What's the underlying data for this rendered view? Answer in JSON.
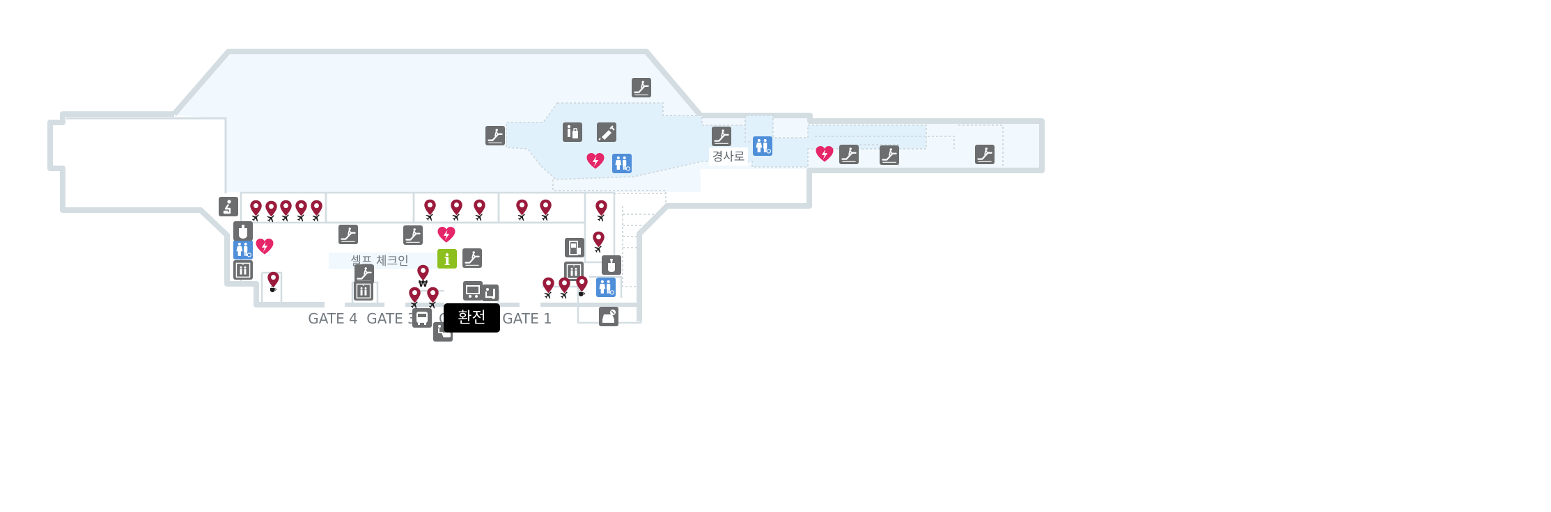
{
  "labels": {
    "self_checkin": "셀프 체크인",
    "ramp": "경사로",
    "gate4": "GATE 4",
    "gate3": "GATE 3",
    "gate2_partial": "GA",
    "gate1": "GATE 1",
    "info": "i",
    "won": "₩"
  },
  "tooltip": {
    "text": "환전"
  },
  "icon_types": [
    "escalator-icon",
    "elevator-icon",
    "restroom-icon",
    "aed-icon",
    "checkin-pin-icon",
    "cafe-pin-icon",
    "exchange-pin-icon",
    "information-icon",
    "bus-icon",
    "taxi-icon",
    "accessible-taxi-icon",
    "parking-icon",
    "prayer-room-icon",
    "nursing-room-icon",
    "medical-icon",
    "baggage-icon",
    "kiosk-icon",
    "lounge-icon",
    "trolley-icon"
  ],
  "colors": {
    "walls": "#d3dde2",
    "zone_light": "#f2f9fe",
    "zone_mid": "#e1f1fc",
    "icon_gray": "#6b6d6e",
    "restroom_blue": "#4f8ed8",
    "aed_pink": "#e52668",
    "pin_maroon": "#9a1b3b",
    "info_green": "#8dbf1f",
    "gate_text": "#727a80",
    "tooltip_bg": "#000000"
  }
}
